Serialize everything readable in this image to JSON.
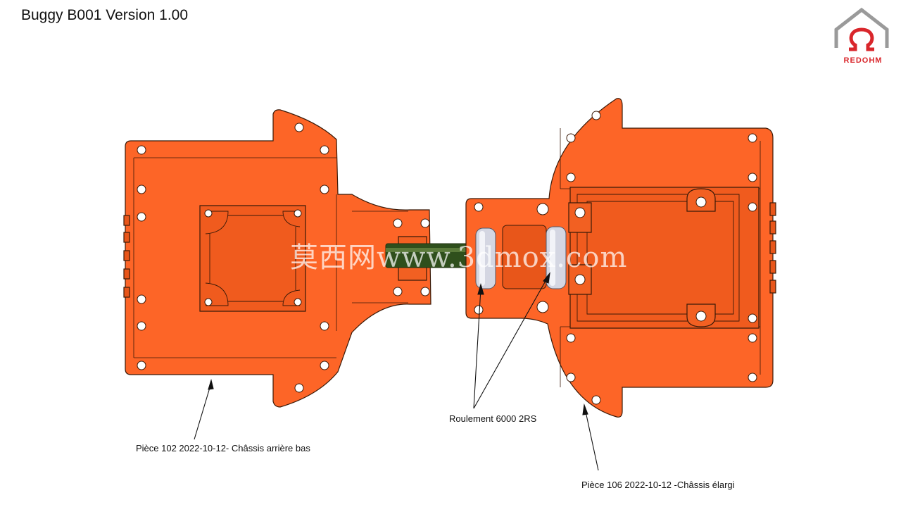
{
  "title": "Buggy B001 Version 1.00",
  "logo": {
    "text": "REDOHM",
    "icon": "house-omega-icon",
    "color": "#d9262b"
  },
  "watermark": "莫西网www.3dmox.com",
  "colors": {
    "chassis": "#fd6527",
    "chassis_edge": "#3a1a08",
    "shaft": "#2f4f1c",
    "bearing": "#d4d6e2"
  },
  "parts": {
    "rear_chassis": "Pièce 102  2022-10-12- Châssis arrière bas",
    "bearing": "Roulement  6000 2RS",
    "front_chassis": "Pièce 106  2022-10-12 -Châssis élargi"
  }
}
